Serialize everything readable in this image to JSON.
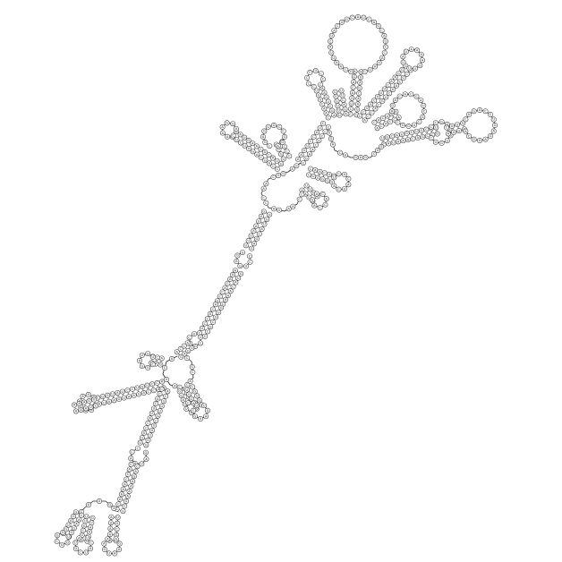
{
  "structure": {
    "alphabet": [
      "A",
      "C",
      "G",
      "U"
    ],
    "colors": {
      "backbone": "#222222",
      "pair_line": "#444444",
      "nucleotide_fill": "#ffffff",
      "nucleotide_stroke": "#333333",
      "background": "#ffffff"
    }
  }
}
